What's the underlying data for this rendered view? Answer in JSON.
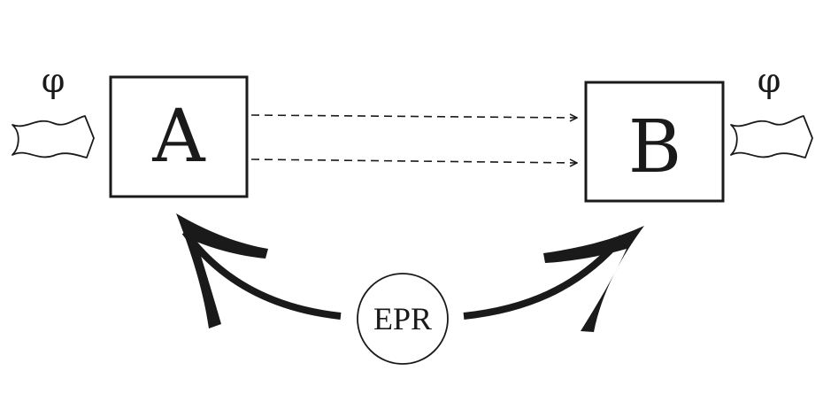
{
  "input_label": "φ",
  "output_label": "φ",
  "box_a": {
    "label": "A"
  },
  "box_b": {
    "label": "B"
  },
  "source": {
    "label": "EPR"
  },
  "colors": {
    "ink": "#1a1a1a",
    "background": "#ffffff"
  }
}
